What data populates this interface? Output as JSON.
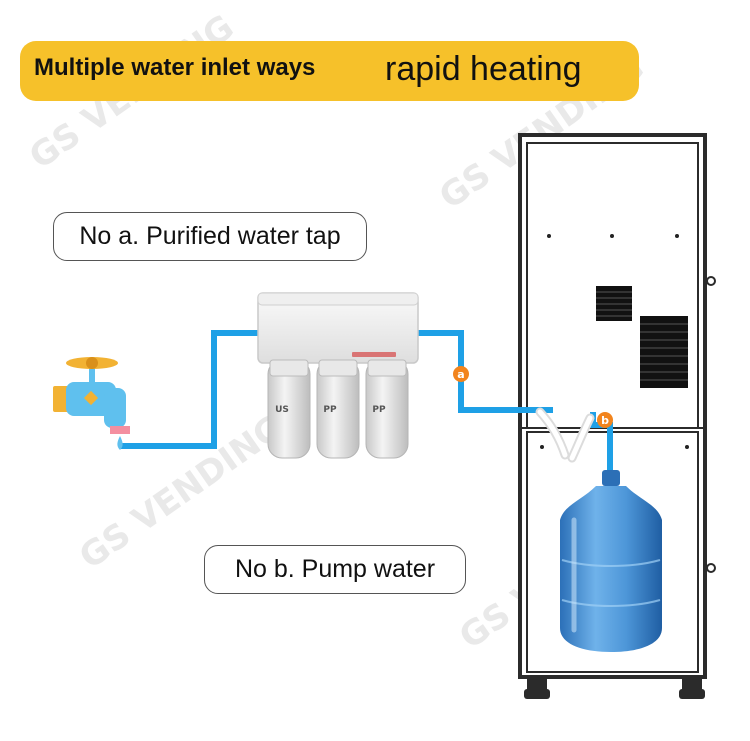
{
  "banner": {
    "title": "Multiple water inlet ways",
    "subtitle": "rapid heating"
  },
  "labels": {
    "option_a": "No a. Purified water tap",
    "option_b": "No b. Pump water"
  },
  "markers": {
    "a": "a",
    "b": "b"
  },
  "filters": [
    {
      "code": "US"
    },
    {
      "code": "PP"
    },
    {
      "code": "PP"
    }
  ],
  "watermark": "GS VENDING",
  "colors": {
    "banner": "#f6c12a",
    "pipe": "#1ea0e6",
    "marker": "#f2841d",
    "bottle": "#3a86cf",
    "cabinet_outline": "#2b2b2b"
  }
}
